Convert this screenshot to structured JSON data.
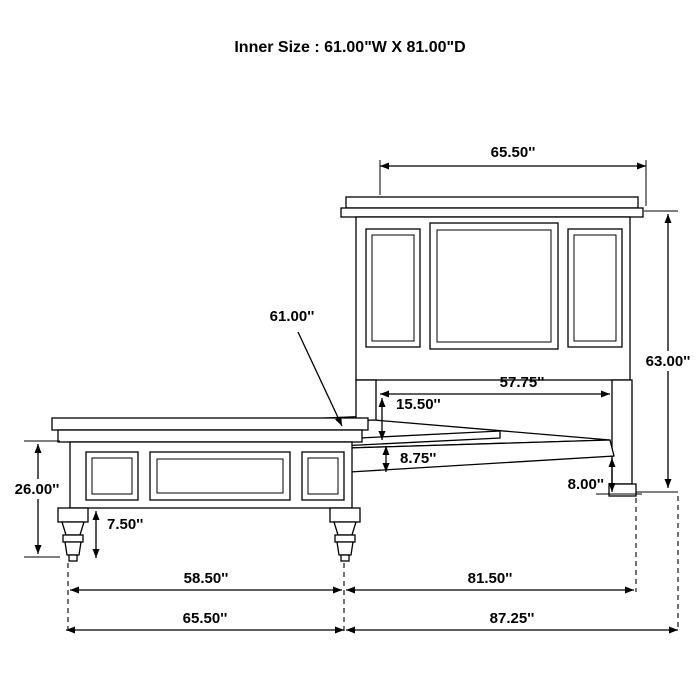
{
  "title": "Inner Size : 61.00\"W X 81.00\"D",
  "dimensions": {
    "headboard_width": "65.50''",
    "overall_height": "63.00''",
    "inner_width": "61.00''",
    "headboard_inner_width": "57.75''",
    "headboard_panel_to_rail": "15.50''",
    "side_rail_height": "8.75''",
    "headboard_leg_height": "8.00''",
    "footboard_height": "26.00''",
    "footboard_leg_height": "7.50''",
    "footboard_inner_span": "58.50''",
    "rail_span": "81.50''",
    "footboard_width": "65.50''",
    "overall_depth": "87.25''"
  }
}
